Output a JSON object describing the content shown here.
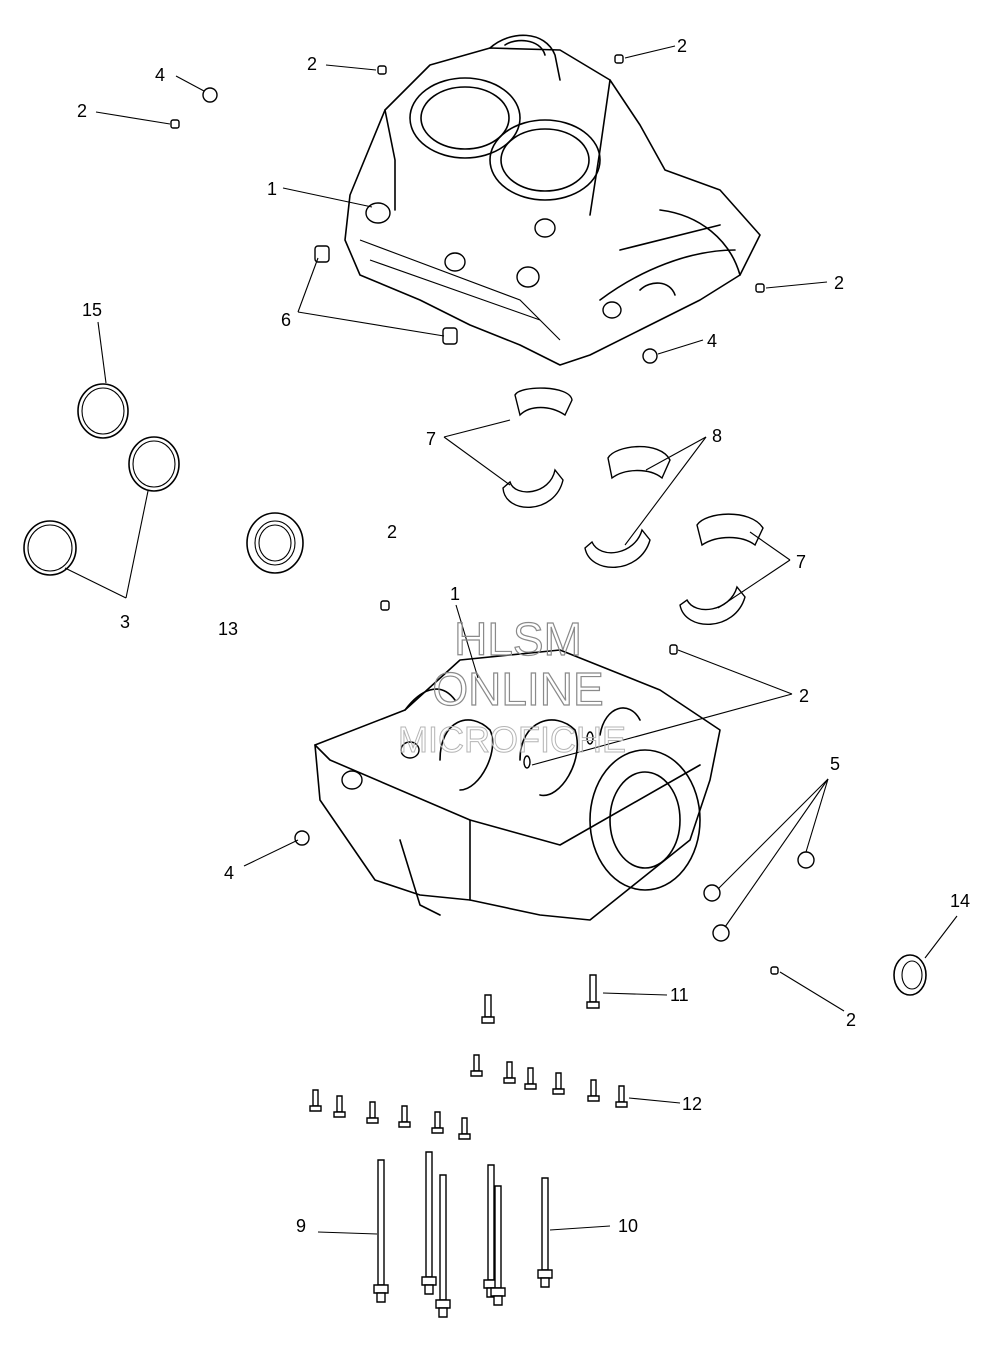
{
  "callouts": {
    "c1a": "1",
    "c1b": "1",
    "c2a": "2",
    "c2b": "2",
    "c2c": "2",
    "c2d": "2",
    "c2e": "2",
    "c2f": "2",
    "c2g": "2",
    "c3": "3",
    "c4a": "4",
    "c4b": "4",
    "c4c": "4",
    "c5": "5",
    "c6": "6",
    "c7a": "7",
    "c7b": "7",
    "c8": "8",
    "c9": "9",
    "c10": "10",
    "c11": "11",
    "c12": "12",
    "c13": "13",
    "c14": "14",
    "c15": "15"
  },
  "watermark": {
    "line1": "HLSM",
    "line2": "ONLINE",
    "line3": "MICROFICHE"
  }
}
